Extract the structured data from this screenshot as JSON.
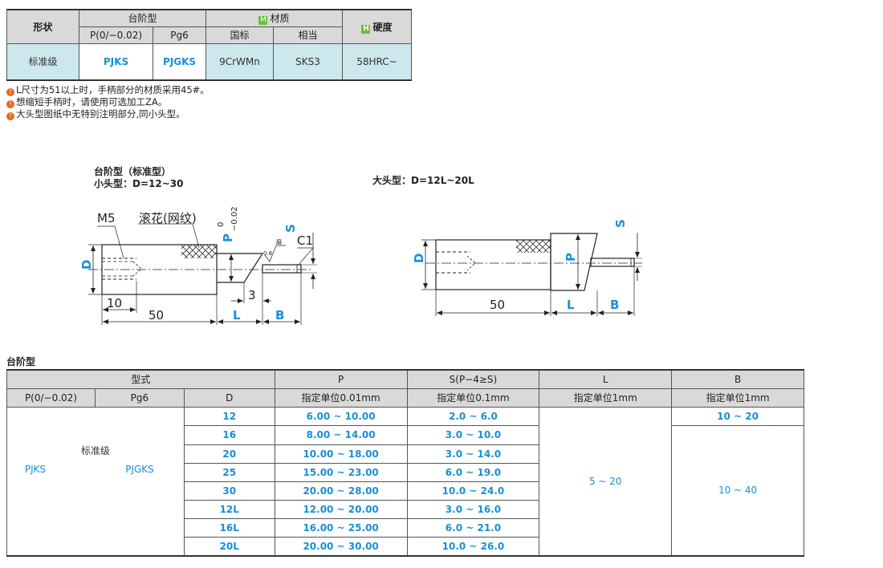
{
  "spec_table": {
    "col_shape": "形状",
    "col_stepped": "台阶型",
    "col_material": "材质",
    "material_badge": "M",
    "col_hardness": "硬度",
    "hardness_badge": "H",
    "sub_p": "P(0/−0.02)",
    "sub_pg6": "Pg6",
    "sub_national": "国标",
    "sub_equivalent": "相当",
    "row": {
      "shape": "标准级",
      "p_code": "PJKS",
      "pg6_code": "PJGKS",
      "national": "9CrWMn",
      "equivalent": "SKS3",
      "hardness": "58HRC~"
    }
  },
  "notes": [
    "L尺寸为51以上时，手柄部分的材质采用45#。",
    "想缩短手柄时，请使用可选加工ZA。",
    "大头型图纸中无特别注明部分,同小头型。"
  ],
  "note_mark": "!",
  "drawing_left": {
    "title1": "台阶型（标准型）",
    "title2": "小头型：D=12~30",
    "labels": {
      "m5": "M5",
      "knurl": "滚花(网纹)",
      "p_tol": "0",
      "p_tol2": "−0.02",
      "c1": "C1",
      "d": "D",
      "p": "P",
      "s": "S",
      "ten": "10",
      "fifty": "50",
      "three": "3",
      "l": "L",
      "b": "B",
      "rough": "0.8",
      "grind": "磨"
    }
  },
  "drawing_right": {
    "title": "大头型：D=12L~20L",
    "labels": {
      "d": "D",
      "p": "P",
      "s": "S",
      "fifty": "50",
      "l": "L",
      "b": "B"
    }
  },
  "dim_table": {
    "section_title": "台阶型",
    "hdr_type": "型式",
    "hdr_p": "P",
    "hdr_s": "S(P−4≥S)",
    "hdr_l": "L",
    "hdr_b": "B",
    "sub_p": "P(0/−0.02)",
    "sub_pg6": "Pg6",
    "sub_d": "D",
    "sub_p_unit": "指定单位0.01mm",
    "sub_s_unit": "指定单位0.1mm",
    "sub_l_unit": "指定单位1mm",
    "sub_b_unit": "指定单位1mm",
    "grade": "标准级",
    "code_p": "PJKS",
    "code_pg6": "PJGKS",
    "l_range": "5 ~ 20",
    "b_range_first": "10 ~ 20",
    "b_range_rest": "10 ~ 40",
    "rows": [
      {
        "d": "12",
        "p": "6.00 ~ 10.00",
        "s": "2.0 ~ 6.0"
      },
      {
        "d": "16",
        "p": "8.00 ~ 14.00",
        "s": "3.0 ~ 10.0"
      },
      {
        "d": "20",
        "p": "10.00 ~ 18.00",
        "s": "3.0 ~ 14.0"
      },
      {
        "d": "25",
        "p": "15.00 ~ 23.00",
        "s": "6.0 ~ 19.0"
      },
      {
        "d": "30",
        "p": "20.00 ~ 28.00",
        "s": "10.0 ~ 24.0"
      },
      {
        "d": "12L",
        "p": "12.00 ~ 20.00",
        "s": "3.0 ~ 16.0"
      },
      {
        "d": "16L",
        "p": "16.00 ~ 25.00",
        "s": "6.0 ~ 21.0"
      },
      {
        "d": "20L",
        "p": "20.00 ~ 30.00",
        "s": "10.0 ~ 26.0"
      }
    ]
  },
  "colors": {
    "header_gray": "#d9d9d9",
    "teal": "#cde8ec",
    "blue": "#1a8fd6",
    "green_badge": "#6cbf3c",
    "note_orange": "#e06a20"
  }
}
